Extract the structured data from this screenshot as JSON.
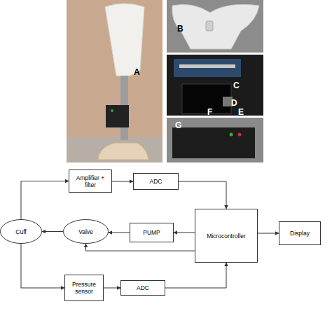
{
  "diagram": {
    "nodes": [
      {
        "text": [
          "Amplifier + filter"
        ]
      },
      {
        "text": [
          "ADC"
        ]
      },
      {
        "text": [
          "Cuff"
        ]
      },
      {
        "text": [
          "Valve"
        ]
      },
      {
        "text": [
          "PUMP"
        ]
      },
      {
        "text": [
          "Microcontroller"
        ]
      },
      {
        "text": [
          "Display"
        ]
      },
      {
        "text": [
          "Pressure sensor"
        ]
      },
      {
        "text": [
          "ADC"
        ]
      }
    ],
    "edges": [
      {
        "from": 2,
        "to": 0,
        "arrow": "to"
      },
      {
        "from": 0,
        "to": 1,
        "arrow": "to"
      },
      {
        "from": 1,
        "to": 5,
        "arrow": "to"
      },
      {
        "from": 5,
        "to": 4,
        "arrow": "to"
      },
      {
        "from": 4,
        "to": 3,
        "arrow": "to"
      },
      {
        "from": 3,
        "to": 2,
        "arrow": "to"
      },
      {
        "from": 5,
        "to": 3,
        "arrow": "to"
      },
      {
        "from": 5,
        "to": 6,
        "arrow": "to"
      },
      {
        "from": 2,
        "to": 7,
        "arrow": "to"
      },
      {
        "from": 7,
        "to": 8,
        "arrow": "to"
      },
      {
        "from": 8,
        "to": 5,
        "arrow": "to"
      }
    ],
    "labels": [
      "A",
      "B",
      "C",
      "D",
      "E",
      "F",
      "G"
    ]
  }
}
